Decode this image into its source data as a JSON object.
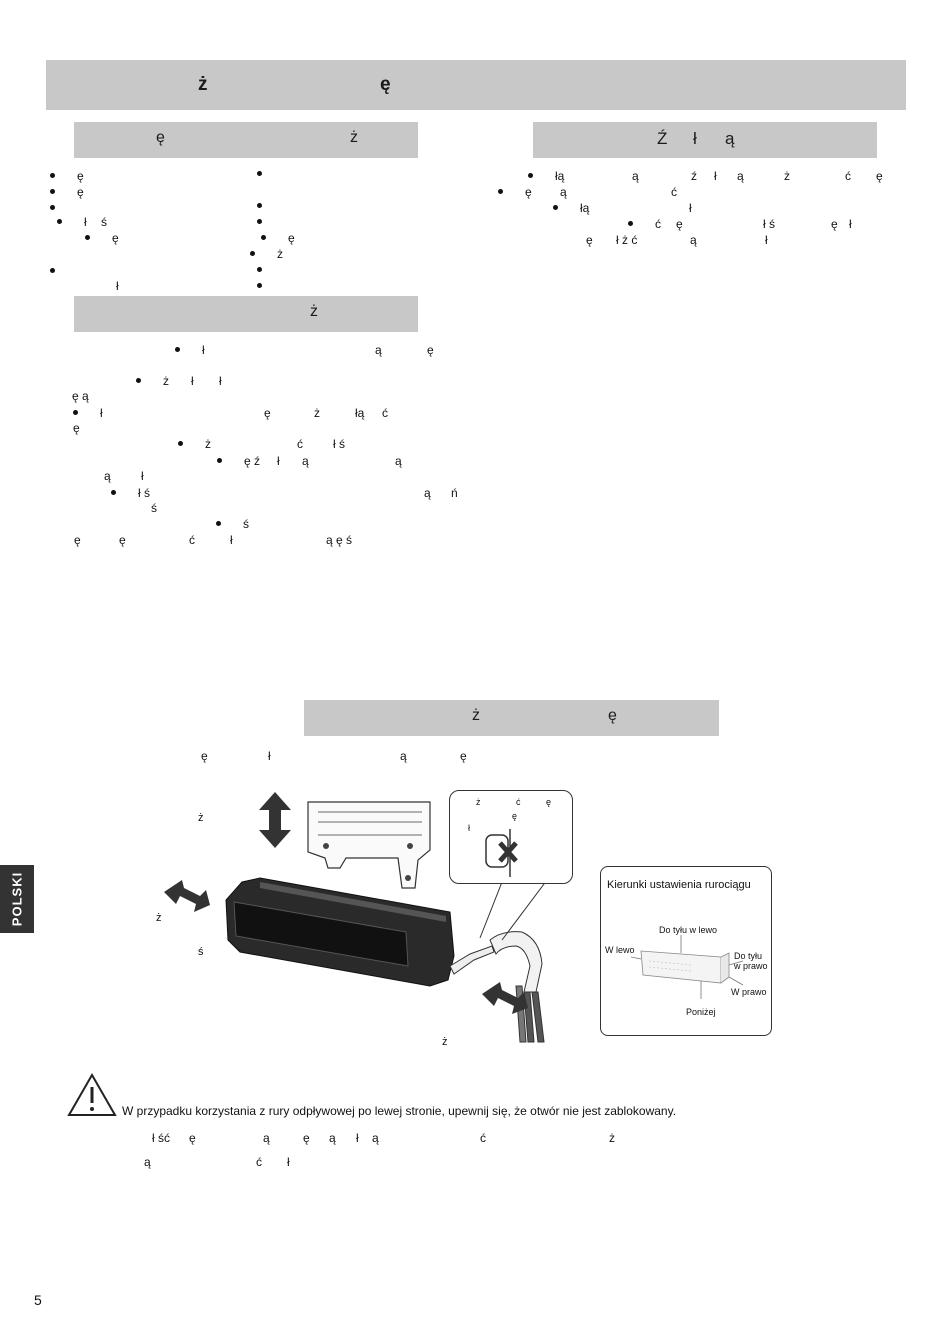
{
  "side_tab": "POLSKI",
  "page_number": "5",
  "main_header": {
    "frag1": "ż",
    "frag2": "ę"
  },
  "left_top_header": {
    "frag1": "ę",
    "frag2": "ż"
  },
  "right_header": {
    "frag1": "Ź",
    "frag2": "ł",
    "frag3": "ą"
  },
  "left_mid_header": {
    "frag1": "ż"
  },
  "bottom_header": {
    "frag1": "ż",
    "frag2": "ę"
  },
  "left_col1": {
    "b1": "ę",
    "b2": "ę",
    "b4a": "ł",
    "b4b": "ś",
    "b5": "ę",
    "b6b": "ł"
  },
  "left_col2": {
    "b5": "ę",
    "b6": "ż"
  },
  "mid_list": {
    "l1a": "ł",
    "l1b": "ą",
    "l1c": "ę",
    "l2a": "ż",
    "l2b": "ł",
    "l2c": "ł",
    "l2d": "ę ą",
    "l3a": "ł",
    "l3b": "ę",
    "l3c": "ż",
    "l3d": "łą",
    "l3e": "ć",
    "l3f": "ę",
    "l4a": "ż",
    "l4b": "ć",
    "l4c": "ł ś",
    "l5a": "ę ź",
    "l5b": "ł",
    "l5c": "ą",
    "l5d": "ą",
    "l5e": "ą",
    "l5f": "ł",
    "l6a": "ł ś",
    "l6b": "ą",
    "l6c": "ń",
    "l6d": "ś",
    "l7a": "ś",
    "l7b": "ę",
    "l7c": "ę",
    "l7d": "ć",
    "l7e": "ł",
    "l7f": "ą ę ś"
  },
  "right_list": {
    "r1a": "łą",
    "r1b": "ą",
    "r1c": "ź",
    "r1d": "ł",
    "r1e": "ą",
    "r1f": "ż",
    "r1g": "ć",
    "r1h": "ę",
    "r2a": "ę",
    "r2b": "ą",
    "r2c": "ć",
    "r3a": "łą",
    "r3b": "ł",
    "r4a": "ć",
    "r4b": "ę",
    "r4c": "ł ś",
    "r4d": "ę",
    "r4e": "ł",
    "r5a": "ę",
    "r5b": "ł ż ć",
    "r5c": "ą",
    "r5d": "ł"
  },
  "bottom_intro": {
    "a": "ę",
    "b": "ł",
    "c": "ą",
    "d": "ę"
  },
  "figure": {
    "left_label_1": "ż",
    "left_label_2": "ż",
    "left_label_3": "ś",
    "bottom_label": "ż",
    "callout": {
      "a": "ż",
      "b": "ć",
      "c": "ę",
      "d": "ę",
      "e": "ł"
    },
    "directions": {
      "title": "Kierunki ustawienia rurociągu",
      "back_left": "Do tyłu w lewo",
      "left": "W lewo",
      "back_right_1": "Do tyłu",
      "back_right_2": "w prawo",
      "right": "W prawo",
      "below": "Poniżej"
    }
  },
  "warning": {
    "text": "W przypadku korzystania z rury odpływowej po lewej stronie, upewnij się, że otwór nie jest zablokowany.",
    "f1": "ł ść",
    "f2": "ę",
    "f3": "ą",
    "f4": "ę",
    "f5": "ą",
    "f6": "ł",
    "f7": "ą",
    "f8": "ć",
    "f9": "ż",
    "f10": "ą",
    "f11": "ć",
    "f12": "ł"
  },
  "colors": {
    "header_bar": "#c8c8c8",
    "side_tab": "#333333"
  }
}
